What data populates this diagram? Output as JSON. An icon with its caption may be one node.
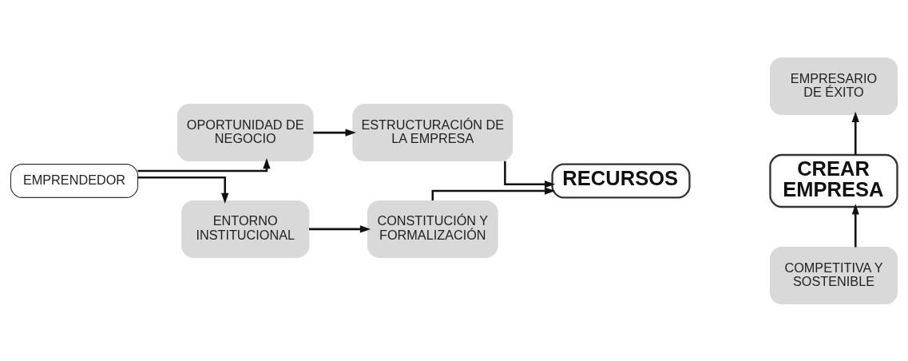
{
  "diagram": {
    "nodes": [
      {
        "text": [
          "EMPRENDEDOR"
        ]
      },
      {
        "text": [
          "OPORTUNIDAD DE NEGOCIO"
        ]
      },
      {
        "text": [
          "ESTRUCTURACIÓN DE LA EMPRESA"
        ]
      },
      {
        "text": [
          "RECURSOS"
        ]
      },
      {
        "text": [
          "ENTORNO INSTITUCIONAL"
        ]
      },
      {
        "text": [
          "CONSTITUCIÓN Y FORMALIZACIÓN"
        ]
      },
      {
        "text": [
          "EMPRESARIO DE ÉXITO"
        ]
      },
      {
        "text": [
          "CREAR EMPRESA"
        ]
      },
      {
        "text": [
          "COMPETITIVA Y SOSTENIBLE"
        ]
      }
    ],
    "edges": [
      {
        "from": 0,
        "to": 1,
        "arrow": "to"
      },
      {
        "from": 0,
        "to": 4,
        "arrow": "to"
      },
      {
        "from": 1,
        "to": 2,
        "arrow": "to"
      },
      {
        "from": 4,
        "to": 5,
        "arrow": "to"
      },
      {
        "from": 2,
        "to": 3,
        "arrow": "to"
      },
      {
        "from": 5,
        "to": 3,
        "arrow": "to"
      },
      {
        "from": 7,
        "to": 6,
        "arrow": "to"
      },
      {
        "from": 8,
        "to": 7,
        "arrow": "to"
      }
    ]
  }
}
